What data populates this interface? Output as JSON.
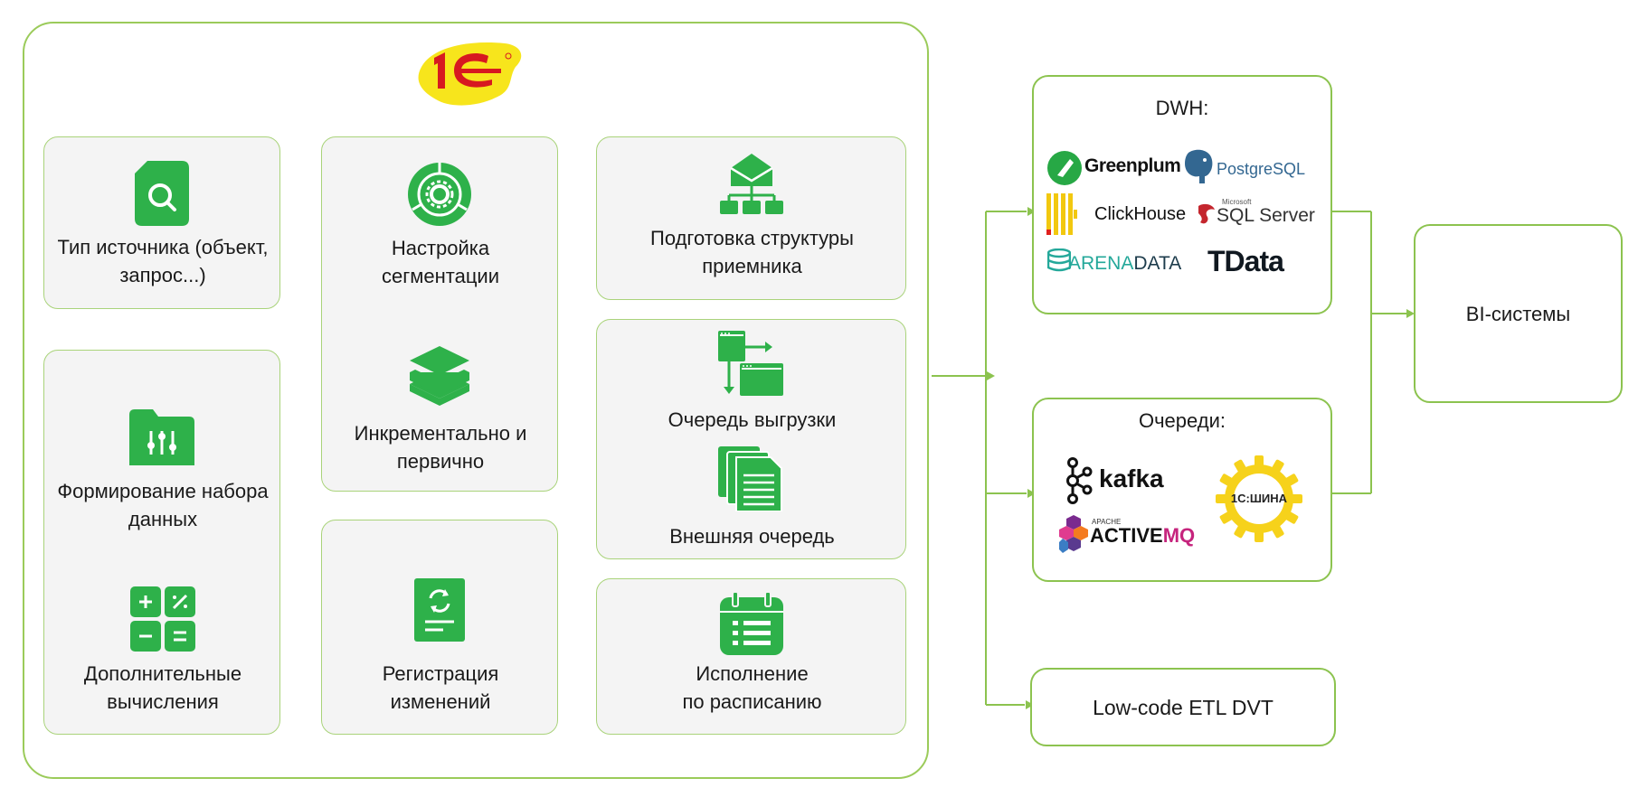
{
  "colors": {
    "accent_green": "#2eb14a",
    "frame_green": "#8cc34f",
    "card_bg": "#f4f4f4"
  },
  "logo_1c": {
    "text": "1С",
    "icon": "1c-logo-icon"
  },
  "cards": {
    "source_type": {
      "icon": "document-search-icon",
      "line1": "Тип источника (объект,",
      "line2": "запрос...)"
    },
    "dataset": {
      "icon": "folder-settings-icon",
      "line1": "Формирование набора",
      "line2": "данных"
    },
    "extra_calc": {
      "icon": "calculator-icon",
      "line1": "Дополнительные",
      "line2": "вычисления"
    },
    "segmentation": {
      "icon": "gear-ring-icon",
      "line1": "Настройка",
      "line2": "сегментации"
    },
    "incremental": {
      "icon": "layers-icon",
      "line1": "Инкрементально и",
      "line2": "первично"
    },
    "change_reg": {
      "icon": "document-refresh-icon",
      "line1": "Регистрация",
      "line2": "изменений"
    },
    "receiver_struct": {
      "icon": "mail-hierarchy-icon",
      "line1": "Подготовка структуры",
      "line2": "приемника"
    },
    "upload_queue": {
      "icon": "windows-transfer-icon",
      "line1": "Очередь выгрузки"
    },
    "external_queue": {
      "icon": "documents-stack-icon",
      "line1": "Внешняя очередь"
    },
    "schedule": {
      "icon": "calendar-icon",
      "line1": "Исполнение",
      "line2": "по расписанию"
    }
  },
  "dwh": {
    "title": "DWH:",
    "logos": {
      "greenplum": "Greenplum",
      "postgresql": "PostgreSQL",
      "clickhouse": "ClickHouse",
      "sqlserver_small": "Microsoft",
      "sqlserver": "SQL Server",
      "arenadata_a": "ARENA",
      "arenadata_b": "DATA",
      "tdata": "TData"
    }
  },
  "queues": {
    "title": "Очереди:",
    "logos": {
      "kafka": "kafka",
      "activemq_small": "APACHE",
      "activemq_a": "ACTIVE",
      "activemq_b": "MQ",
      "shina": "1С:ШИНА"
    }
  },
  "etl": {
    "label": "Low-code ETL DVT"
  },
  "bi": {
    "label": "BI-системы"
  }
}
